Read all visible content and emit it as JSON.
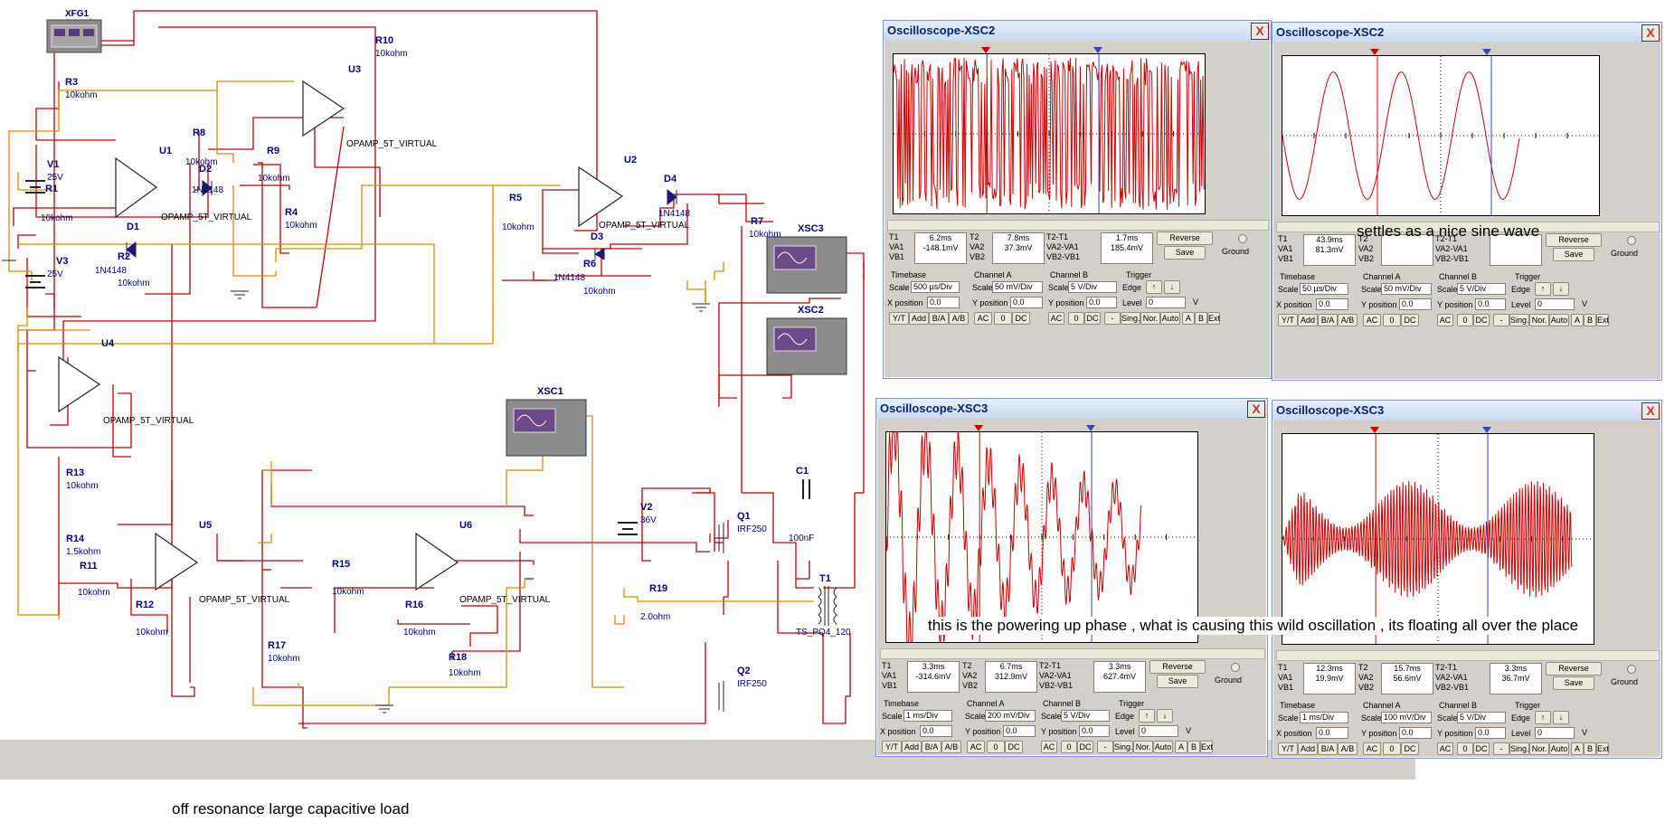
{
  "caption": "off resonance large capacitive load",
  "annotations": {
    "settles": "settles as a nice sine wave",
    "powering": "this is the powering up phase , what is causing this wild oscillation , its floating all over the place"
  },
  "schematic": {
    "xfg": "XFG1",
    "labels": [
      {
        "id": "r10",
        "name": "R10",
        "val": "10kohm"
      },
      {
        "id": "r3",
        "name": "R3",
        "val": "10kohm"
      },
      {
        "id": "u3",
        "name": "U3",
        "val": "OPAMP_5T_VIRTUAL"
      },
      {
        "id": "r8",
        "name": "R8",
        "val": "10kohm"
      },
      {
        "id": "r9",
        "name": "R9",
        "val": "10kohm"
      },
      {
        "id": "u1",
        "name": "U1",
        "val": "OPAMP_5T_VIRTUAL"
      },
      {
        "id": "d2",
        "name": "D2",
        "val": "1N4148"
      },
      {
        "id": "r4",
        "name": "R4",
        "val": "10kohm"
      },
      {
        "id": "v1",
        "name": "V1",
        "val": "25V"
      },
      {
        "id": "r1",
        "name": "R1",
        "val": "10kohm"
      },
      {
        "id": "d1",
        "name": "D1",
        "val": "1N4148"
      },
      {
        "id": "r2",
        "name": "R2",
        "val": "10kohm"
      },
      {
        "id": "v3",
        "name": "V3",
        "val": "25V"
      },
      {
        "id": "u4",
        "name": "U4",
        "val": "OPAMP_5T_VIRTUAL"
      },
      {
        "id": "u2",
        "name": "U2",
        "val": "OPAMP_5T_VIRTUAL"
      },
      {
        "id": "r5",
        "name": "R5",
        "val": "10kohm"
      },
      {
        "id": "d3",
        "name": "D3",
        "val": "1N4148"
      },
      {
        "id": "r6",
        "name": "R6",
        "val": "10kohm"
      },
      {
        "id": "d4",
        "name": "D4",
        "val": "1N4148"
      },
      {
        "id": "r7",
        "name": "R7",
        "val": "10kohm"
      },
      {
        "id": "xsc3",
        "name": "XSC3",
        "val": ""
      },
      {
        "id": "xsc2",
        "name": "XSC2",
        "val": ""
      },
      {
        "id": "xsc1",
        "name": "XSC1",
        "val": ""
      },
      {
        "id": "r13",
        "name": "R13",
        "val": "10kohm"
      },
      {
        "id": "r14",
        "name": "R14",
        "val": "1.5kohm"
      },
      {
        "id": "r11",
        "name": "R11",
        "val": "10kohm"
      },
      {
        "id": "u5",
        "name": "U5",
        "val": "OPAMP_5T_VIRTUAL"
      },
      {
        "id": "r12",
        "name": "R12",
        "val": "10kohm"
      },
      {
        "id": "r15",
        "name": "R15",
        "val": "10kohm"
      },
      {
        "id": "u6",
        "name": "U6",
        "val": "OPAMP_5T_VIRTUAL"
      },
      {
        "id": "r16",
        "name": "R16",
        "val": "10kohm"
      },
      {
        "id": "r17",
        "name": "R17",
        "val": "10kohm"
      },
      {
        "id": "r18",
        "name": "R18",
        "val": "10kohm"
      },
      {
        "id": "v2",
        "name": "V2",
        "val": "36V"
      },
      {
        "id": "q1",
        "name": "Q1",
        "val": "IRF250"
      },
      {
        "id": "q2",
        "name": "Q2",
        "val": "IRF250"
      },
      {
        "id": "c1",
        "name": "C1",
        "val": "100nF"
      },
      {
        "id": "r19",
        "name": "R19",
        "val": "2.0ohm"
      },
      {
        "id": "t1",
        "name": "T1",
        "val": "TS_PQ4_120"
      }
    ]
  },
  "scopes": [
    {
      "title": "Oscilloscope-XSC2",
      "t1": "6.2ms",
      "va1": "-148.1mV",
      "vb1": "",
      "t2": "7.8ms",
      "va2": "37.3mV",
      "vb2": "",
      "dt": "1.7ms",
      "dva": "185.4mV",
      "dvb": "",
      "timebase": "500 µs/Div",
      "chA": "50 mV/Div",
      "chB": "5 V/Div",
      "level": "0",
      "xpos": "0.0",
      "ya": "0.0",
      "yb": "0.0"
    },
    {
      "title": "Oscilloscope-XSC2",
      "t1": "43.9ms",
      "va1": "81.3mV",
      "vb1": "",
      "t2": "",
      "va2": "",
      "vb2": "",
      "dt": "",
      "dva": "",
      "dvb": "",
      "timebase": "50 µs/Div",
      "chA": "50 mV/Div",
      "chB": "5 V/Div",
      "level": "0",
      "xpos": "0.0",
      "ya": "0.0",
      "yb": "0.0"
    },
    {
      "title": "Oscilloscope-XSC3",
      "t1": "3.3ms",
      "va1": "-314.6mV",
      "vb1": "",
      "t2": "6.7ms",
      "va2": "312.9mV",
      "vb2": "",
      "dt": "3.3ms",
      "dva": "627.4mV",
      "dvb": "",
      "timebase": "1 ms/Div",
      "chA": "200 mV/Div",
      "chB": "5 V/Div",
      "level": "0",
      "xpos": "0.0",
      "ya": "0.0",
      "yb": "0.0"
    },
    {
      "title": "Oscilloscope-XSC3",
      "t1": "12.3ms",
      "va1": "19.9mV",
      "vb1": "",
      "t2": "15.7ms",
      "va2": "56.6mV",
      "vb2": "",
      "dt": "3.3ms",
      "dva": "36.7mV",
      "dvb": "",
      "timebase": "1 ms/Div",
      "chA": "100 mV/Div",
      "chB": "5 V/Div",
      "level": "0",
      "xpos": "0.0",
      "ya": "0.0",
      "yb": "0.0"
    }
  ],
  "ui": {
    "T1": "T1",
    "T2": "T2",
    "T2T1": "T2-T1",
    "VA1": "VA1",
    "VB1": "VB1",
    "VA2": "VA2",
    "VB2": "VB2",
    "VA2VA1": "VA2-VA1",
    "VB2VB1": "VB2-VB1",
    "reverse": "Reverse",
    "save": "Save",
    "ground": "Ground",
    "timebase": "Timebase",
    "channelA": "Channel A",
    "channelB": "Channel B",
    "trigger": "Trigger",
    "scale": "Scale",
    "xposition": "X position",
    "yposition": "Y position",
    "edge": "Edge",
    "level": "Level",
    "levelUnit": "V",
    "yt": "Y/T",
    "add": "Add",
    "ba": "B/A",
    "ab": "A/B",
    "ac": "AC",
    "zero": "0",
    "dc": "DC",
    "minus": "-",
    "sing": "Sing.",
    "nor": "Nor.",
    "auto": "Auto",
    "a": "A",
    "b": "B",
    "ext": "Ext",
    "close": "X"
  },
  "colors": {
    "wire_red": "#c00000",
    "wire_orange": "#d88a00",
    "label_blue": "#000080",
    "trace": "#cc0000",
    "cursor_red": "#cc0000",
    "cursor_blue": "#3344cc"
  }
}
